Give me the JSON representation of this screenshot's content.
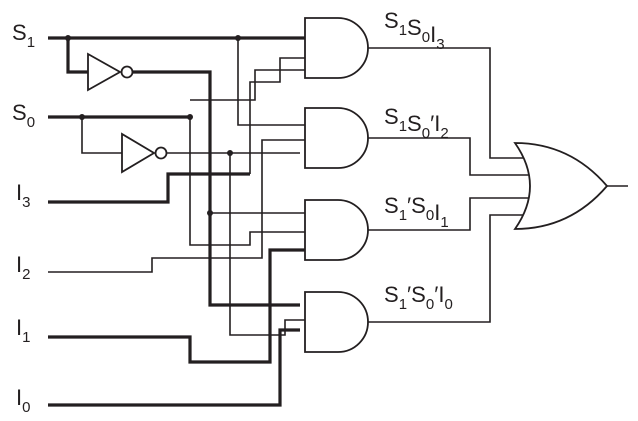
{
  "inputs": {
    "s1": {
      "name": "S",
      "sub": "1"
    },
    "s0": {
      "name": "S",
      "sub": "0"
    },
    "i3": {
      "name": "I",
      "sub": "3"
    },
    "i2": {
      "name": "I",
      "sub": "2"
    },
    "i1": {
      "name": "I",
      "sub": "1"
    },
    "i0": {
      "name": "I",
      "sub": "0"
    }
  },
  "terms": {
    "t3": {
      "a": "S",
      "a_sub": "1",
      "a_prime": "",
      "b": "S",
      "b_sub": "0",
      "b_prime": "",
      "c": "I",
      "c_sub": "3"
    },
    "t2": {
      "a": "S",
      "a_sub": "1",
      "a_prime": "",
      "b": "S",
      "b_sub": "0",
      "b_prime": "′",
      "c": "I",
      "c_sub": "2"
    },
    "t1": {
      "a": "S",
      "a_sub": "1",
      "a_prime": "′",
      "b": "S",
      "b_sub": "0",
      "b_prime": "",
      "c": "I",
      "c_sub": "1"
    },
    "t0": {
      "a": "S",
      "a_sub": "1",
      "a_prime": "′",
      "b": "S",
      "b_sub": "0",
      "b_prime": "′",
      "c": "I",
      "c_sub": "0"
    }
  },
  "gates": {
    "and_gates": [
      "and-gate-3",
      "and-gate-2",
      "and-gate-1",
      "and-gate-0"
    ],
    "or_gate": "or-gate",
    "inverters": [
      "not-gate-s1",
      "not-gate-s0"
    ]
  },
  "colors": {
    "line": "#231f20",
    "background": "#ffffff"
  }
}
